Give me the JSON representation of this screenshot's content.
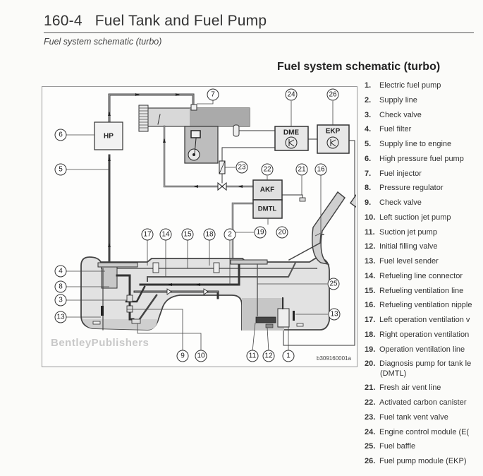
{
  "header": {
    "page_number": "160-4",
    "title": "Fuel Tank and Fuel Pump",
    "subtitle": "Fuel system schematic (turbo)"
  },
  "section_title": "Fuel system schematic (turbo)",
  "diagram": {
    "boxes": {
      "hp": "HP",
      "dme": "DME",
      "ekp": "EKP",
      "akf": "AKF",
      "dmtl": "DMTL"
    },
    "callouts": {
      "c1": "1",
      "c2": "2",
      "c3": "3",
      "c4": "4",
      "c5": "5",
      "c6": "6",
      "c7": "7",
      "c8": "8",
      "c9": "9",
      "c10": "10",
      "c11": "11",
      "c12": "12",
      "c13a": "13",
      "c13b": "13",
      "c14": "14",
      "c15": "15",
      "c16": "16",
      "c17": "17",
      "c18": "18",
      "c19": "19",
      "c20": "20",
      "c21": "21",
      "c22": "22",
      "c23": "23",
      "c24": "24",
      "c25": "25",
      "c26": "26"
    },
    "watermark": "BentleyPublishers",
    "figure_id": "b309160001a"
  },
  "legend": [
    {
      "num": "1.",
      "label": "Electric fuel pump"
    },
    {
      "num": "2.",
      "label": "Supply line"
    },
    {
      "num": "3.",
      "label": "Check valve"
    },
    {
      "num": "4.",
      "label": "Fuel filter"
    },
    {
      "num": "5.",
      "label": "Supply line to engine"
    },
    {
      "num": "6.",
      "label": "High pressure fuel pump"
    },
    {
      "num": "7.",
      "label": "Fuel injector"
    },
    {
      "num": "8.",
      "label": "Pressure regulator"
    },
    {
      "num": "9.",
      "label": "Check valve"
    },
    {
      "num": "10.",
      "label": "Left suction jet pump"
    },
    {
      "num": "11.",
      "label": "Suction jet pump"
    },
    {
      "num": "12.",
      "label": "Initial filling valve"
    },
    {
      "num": "13.",
      "label": "Fuel level sender"
    },
    {
      "num": "14.",
      "label": "Refueling line connector"
    },
    {
      "num": "15.",
      "label": "Refueling ventilation line"
    },
    {
      "num": "16.",
      "label": "Refueling ventilation nipple"
    },
    {
      "num": "17.",
      "label": "Left operation ventilation v"
    },
    {
      "num": "18.",
      "label": "Right operation ventilation"
    },
    {
      "num": "19.",
      "label": "Operation ventilation line"
    },
    {
      "num": "20.",
      "label": "Diagnosis pump for tank le",
      "sub": "(DMTL)"
    },
    {
      "num": "21.",
      "label": "Fresh air vent line"
    },
    {
      "num": "22.",
      "label": "Activated carbon canister"
    },
    {
      "num": "23.",
      "label": "Fuel tank vent valve"
    },
    {
      "num": "24.",
      "label": "Engine control module (E("
    },
    {
      "num": "25.",
      "label": "Fuel baffle"
    },
    {
      "num": "26.",
      "label": "Fuel pump module (EKP)"
    }
  ]
}
